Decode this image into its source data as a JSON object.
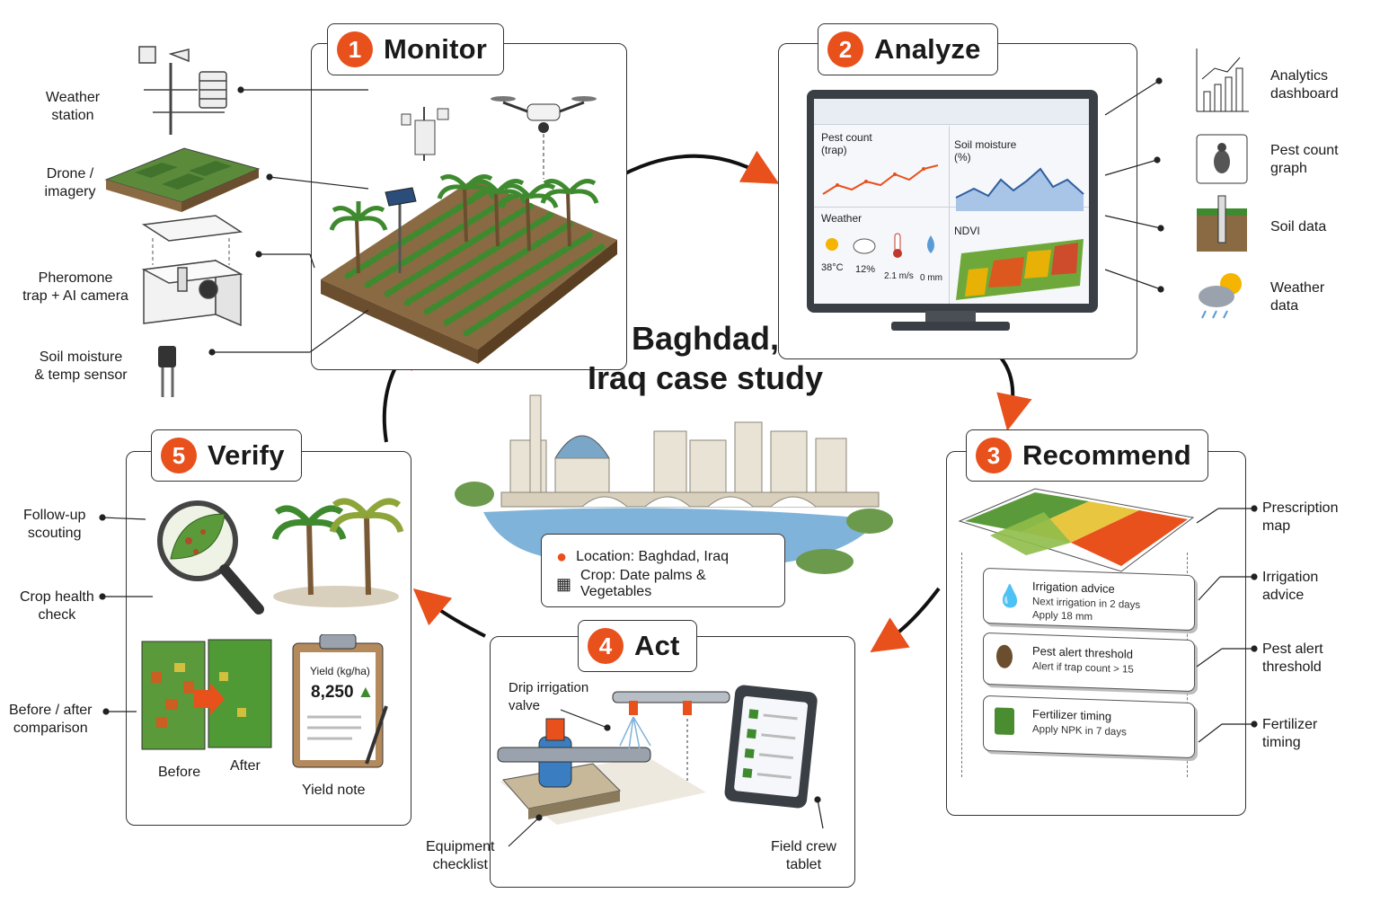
{
  "title": {
    "line1": "Baghdad,",
    "line2": "Iraq case study"
  },
  "info": {
    "location": "Location: Baghdad, Iraq",
    "crop": "Crop: Date palms & Vegetables"
  },
  "colors": {
    "accent": "#e8501c",
    "leaf": "#3f8a2f",
    "water": "#5b9bd5",
    "dark": "#1a1a1a"
  },
  "steps": {
    "monitor": {
      "number": "1",
      "label": "Monitor"
    },
    "analyze": {
      "number": "2",
      "label": "Analyze"
    },
    "recommend": {
      "number": "3",
      "label": "Recommend"
    },
    "act": {
      "number": "4",
      "label": "Act"
    },
    "verify": {
      "number": "5",
      "label": "Verify"
    }
  },
  "monitor_labels": {
    "weather": [
      "Weather",
      "station"
    ],
    "drone": [
      "Drone /",
      "imagery"
    ],
    "trap": [
      "Pheromone",
      "trap + AI camera"
    ],
    "soil": [
      "Soil moisture",
      "& temp sensor"
    ]
  },
  "analyze_labels": {
    "dashboard": [
      "Analytics",
      "dashboard"
    ],
    "pest": [
      "Pest count",
      "graph"
    ],
    "soil": [
      "Soil data"
    ],
    "weather": [
      "Weather",
      "data"
    ]
  },
  "dashboard": {
    "pest_title": [
      "Pest count",
      "(trap)"
    ],
    "soil_title": [
      "Soil moisture",
      "(%)"
    ],
    "weather_title": "Weather",
    "ndvi_title": "NDVI",
    "temp": "38°C",
    "humidity": "12%",
    "wind": "2.1 m/s",
    "rain": "0 mm"
  },
  "recommend_labels": {
    "prescription": [
      "Prescription",
      "map"
    ],
    "irrigation": [
      "Irrigation",
      "advice"
    ],
    "pest": [
      "Pest alert",
      "threshold"
    ],
    "fertilizer": [
      "Fertilizer",
      "timing"
    ]
  },
  "cards": [
    {
      "title": "Irrigation advice",
      "line1": "Next irrigation in 2 days",
      "line2": "Apply 18 mm"
    },
    {
      "title": "Pest alert threshold",
      "line1": "Alert if trap count > 15",
      "line2": ""
    },
    {
      "title": "Fertilizer timing",
      "line1": "Apply NPK in 7 days",
      "line2": ""
    }
  ],
  "act_labels": {
    "drip": [
      "Drip irrigation",
      "valve"
    ],
    "equipment": [
      "Equipment",
      "checklist"
    ],
    "tablet": [
      "Field crew",
      "tablet"
    ]
  },
  "verify_labels": {
    "scouting": [
      "Follow-up",
      "scouting"
    ],
    "health": [
      "Crop health",
      "check"
    ],
    "comparison": [
      "Before / after",
      "comparison"
    ],
    "before": "Before",
    "after": "After",
    "yield_title": "Yield (kg/ha)",
    "yield_value": "8,250",
    "yield_note": "Yield note"
  }
}
